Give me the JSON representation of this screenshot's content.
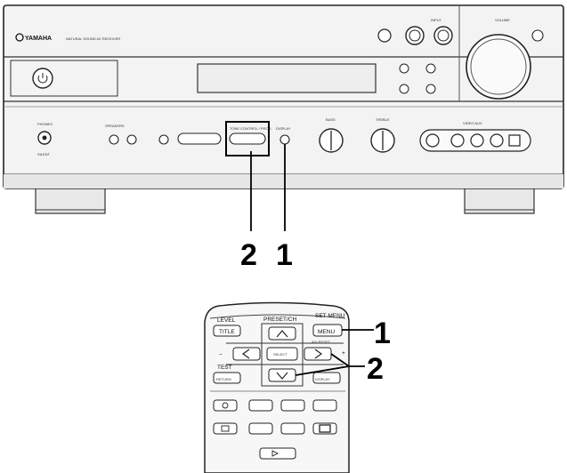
{
  "receiver": {
    "brand": "YAMAHA",
    "model_text": "NATURAL SOUND  AV RECEIVER",
    "power_label": "POWER",
    "phones_label": "PHONES",
    "bass_label": "BASS",
    "treble_label": "TREBLE",
    "video_aux_label": "VIDEO AUX",
    "volume_label": "VOLUME",
    "input_label": "INPUT",
    "display_label": "DISPLAY",
    "tone_control_label": "TONE CONTROL / PROG",
    "speakers_label": "SPEAKERS",
    "silent_label": "SILENT"
  },
  "remote": {
    "level_label": "LEVEL",
    "preset_label": "PRESET/CH",
    "setmenu_label": "SET MENU",
    "title_button": "TITLE",
    "menu_button": "MENU",
    "avreset_label": "A/V RESET",
    "select_button": "SELECT",
    "test_label": "TEST",
    "return_button": "RETURN",
    "display_button": "DISPLAY",
    "minus_label": "−",
    "plus_label": "+"
  },
  "callouts": {
    "receiver_left": "2",
    "receiver_right": "1",
    "remote_top": "1",
    "remote_bottom": "2"
  },
  "icons": [
    "power-icon",
    "arrow-up-icon",
    "arrow-down-icon",
    "arrow-left-icon",
    "arrow-right-icon"
  ]
}
